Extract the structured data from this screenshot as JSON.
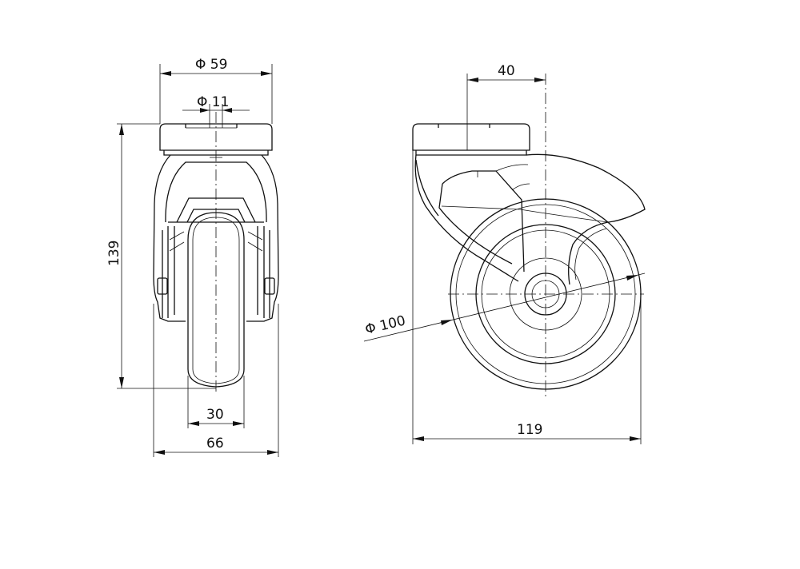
{
  "dimensions": {
    "front_top_diameter": "Φ 59",
    "front_bolt_hole_diameter": "Φ 11",
    "front_overall_height": "139",
    "front_wheel_width": "30",
    "front_overall_width": "66",
    "side_offset": "40",
    "side_wheel_diameter": "Φ 100",
    "side_overall_length": "119"
  },
  "colors": {
    "line": "#111111",
    "background": "#ffffff"
  }
}
